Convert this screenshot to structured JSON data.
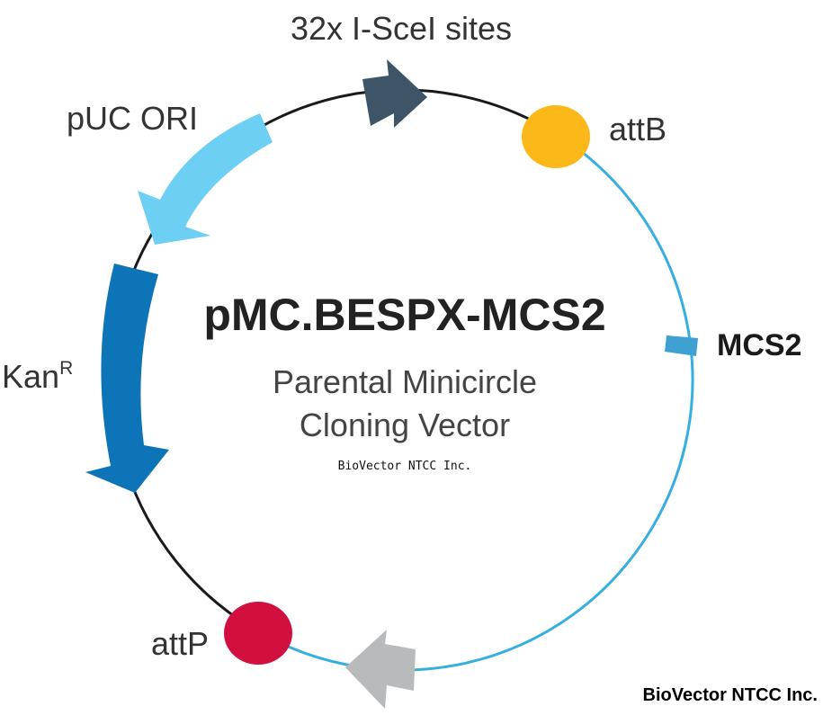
{
  "map": {
    "name": "pMC.BESPX-MCS2",
    "subtitle_line1": "Parental Minicircle",
    "subtitle_line2": "Cloning Vector",
    "watermark_center": "BioVector NTCC Inc.",
    "watermark_corner": "BioVector NTCC Inc."
  },
  "features": {
    "isce1": {
      "label": "32x I-SceI sites",
      "color": "#3d5566"
    },
    "attb": {
      "label": "attB",
      "color": "#fbb818"
    },
    "mcs2": {
      "label": "MCS2",
      "color": "#3ea1d2"
    },
    "attp": {
      "label": "attP",
      "color": "#d2103f"
    },
    "puc_ori": {
      "label": "pUC ORI",
      "color": "#6ccff3"
    },
    "kanr": {
      "label": "Kan",
      "superscript": "R",
      "color": "#0e74b8"
    },
    "gray_arrow": {
      "color": "#b8babc"
    }
  },
  "backbone": {
    "minicircle_color": "#35aee0",
    "parental_color": "#1a1a1a"
  }
}
